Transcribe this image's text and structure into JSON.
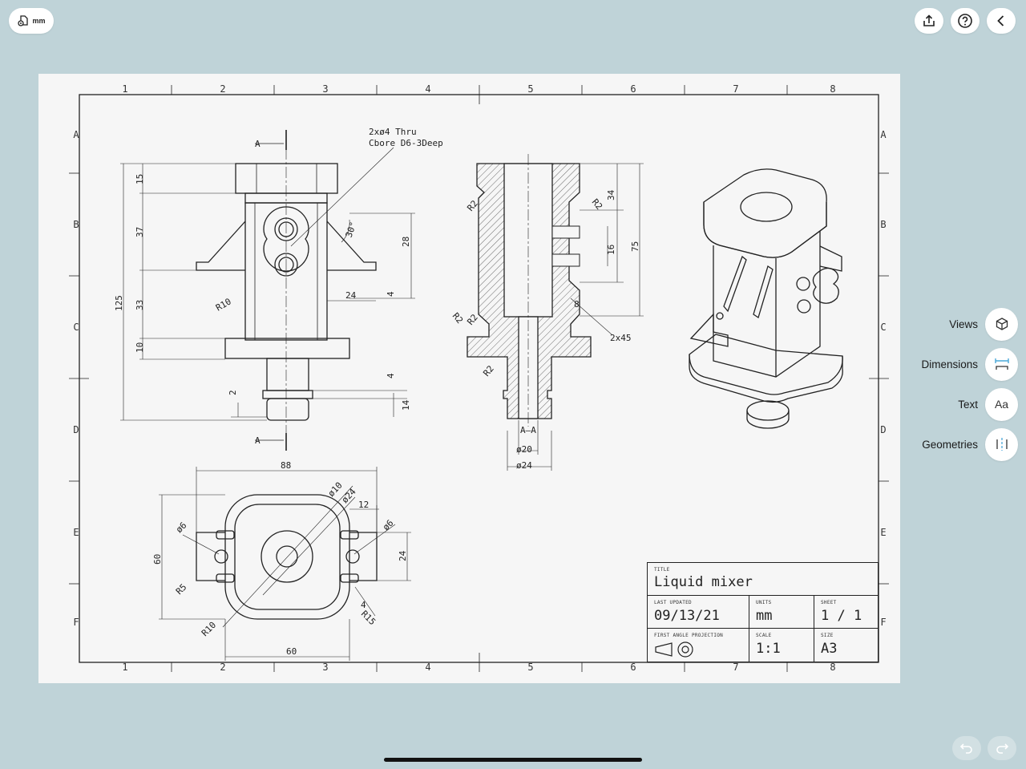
{
  "toolbar": {
    "units_label": "mm",
    "units_icon": "document-gear-icon",
    "export_icon": "share-upload-icon",
    "help_icon": "question-icon",
    "back_icon": "chevron-left-icon"
  },
  "sidebar": {
    "items": [
      {
        "label": "Views",
        "icon": "cube-icon"
      },
      {
        "label": "Dimensions",
        "icon": "dimension-icon"
      },
      {
        "label": "Text",
        "icon": "text-icon",
        "icon_text": "Aa"
      },
      {
        "label": "Geometries",
        "icon": "centerline-icon"
      }
    ]
  },
  "history": {
    "undo_icon": "undo-icon",
    "redo_icon": "redo-icon"
  },
  "drawing": {
    "border_columns": [
      "1",
      "2",
      "3",
      "4",
      "5",
      "6",
      "7",
      "8"
    ],
    "border_rows": [
      "A",
      "B",
      "C",
      "D",
      "E",
      "F"
    ],
    "section_marker": "A",
    "section_label": "A–A",
    "callout_line1": "2xø4 Thru",
    "callout_line2": "Cbore D6-3Deep",
    "front_dims": {
      "d15": "15",
      "d37": "37",
      "d33": "33",
      "d10": "10",
      "d125": "125",
      "d28": "28",
      "d4a": "4",
      "d24": "24",
      "d4b": "4",
      "d2": "2",
      "d14": "14",
      "r10": "R10",
      "a30": "30°"
    },
    "section_dims": {
      "r2a": "R2",
      "r2b": "R2",
      "r2c": "R2",
      "r2d": "R2",
      "r2e": "R2",
      "d34": "34",
      "d16": "16",
      "d75": "75",
      "d8": "8",
      "chamfer": "2x45",
      "dia20": "ø20",
      "dia24": "ø24"
    },
    "top_dims": {
      "d88": "88",
      "dia10": "ø10",
      "dia24": "ø24",
      "d12": "12",
      "dia6a": "ø6",
      "dia6b": "ø6",
      "d60v": "60",
      "d24": "24",
      "r5": "R5",
      "r10": "R10",
      "d4": "4",
      "r15": "R15",
      "d60h": "60"
    }
  },
  "title_block": {
    "title_caption": "TITLE",
    "title": "Liquid mixer",
    "updated_caption": "LAST UPDATED",
    "updated": "09/13/21",
    "units_caption": "UNITS",
    "units": "mm",
    "sheet_caption": "SHEET",
    "sheet": "1 / 1",
    "projection_caption": "FIRST ANGLE PROJECTION",
    "scale_caption": "SCALE",
    "scale": "1:1",
    "size_caption": "SIZE",
    "size": "A3"
  },
  "colors": {
    "background": "#bfd3d8",
    "sheet": "#f6f6f6",
    "ink": "#222222",
    "accent": "#4aa8d8"
  }
}
